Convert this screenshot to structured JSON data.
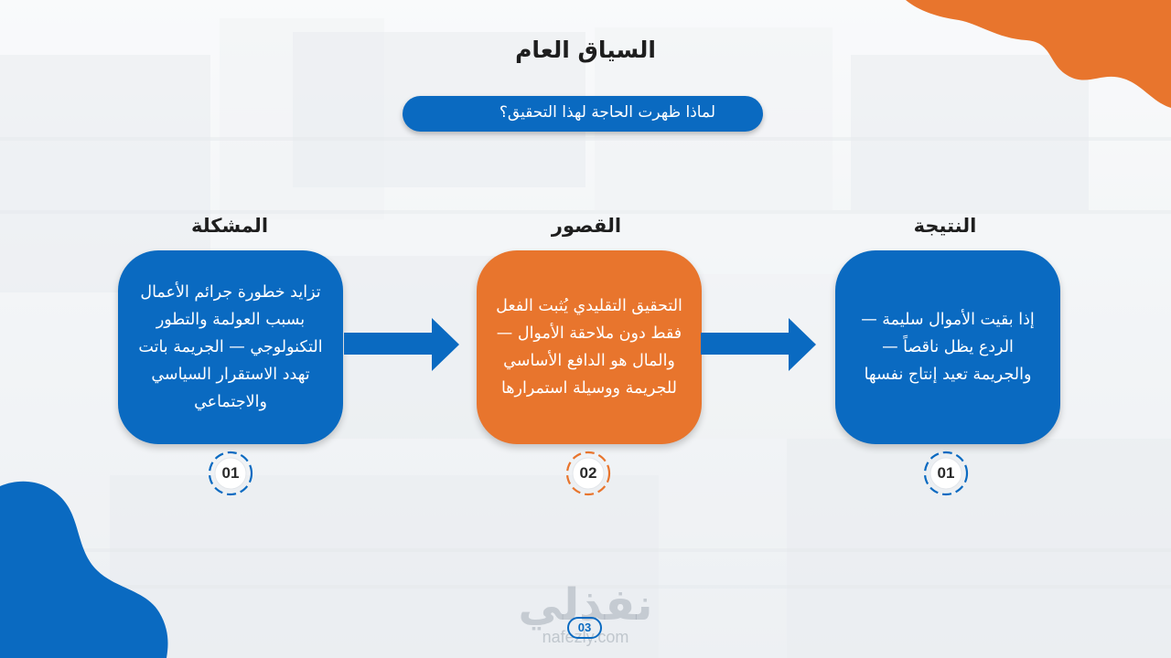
{
  "slide": {
    "title": "السياق العام",
    "question": "لماذا ظهرت الحاجة لهذا التحقيق؟",
    "page_number": "03"
  },
  "columns": [
    {
      "heading": "المشكلة",
      "text": "تزايد خطورة جرائم الأعمال بسبب العولمة والتطور التكنولوجي — الجريمة باتت تهدد الاستقرار السياسي والاجتماعي",
      "number": "01",
      "color": "#0a6ac1"
    },
    {
      "heading": "القصور",
      "text": "التحقيق التقليدي يُثبت الفعل فقط دون ملاحقة الأموال — والمال هو الدافع الأساسي للجريمة ووسيلة استمرارها",
      "number": "02",
      "color": "#e8752d"
    },
    {
      "heading": "النتيجة",
      "text": "إذا بقيت الأموال سليمة — الردع يظل ناقصاً — والجريمة تعيد إنتاج نفسها",
      "number": "01",
      "color": "#0a6ac1"
    }
  ],
  "watermark": {
    "logo": "نفذلي",
    "site": "nafezly.com"
  },
  "colors": {
    "accent_blue": "#0a6ac1",
    "accent_orange": "#e8752d"
  },
  "icons": [
    "arrow-right-icon",
    "arrow-right-icon"
  ]
}
